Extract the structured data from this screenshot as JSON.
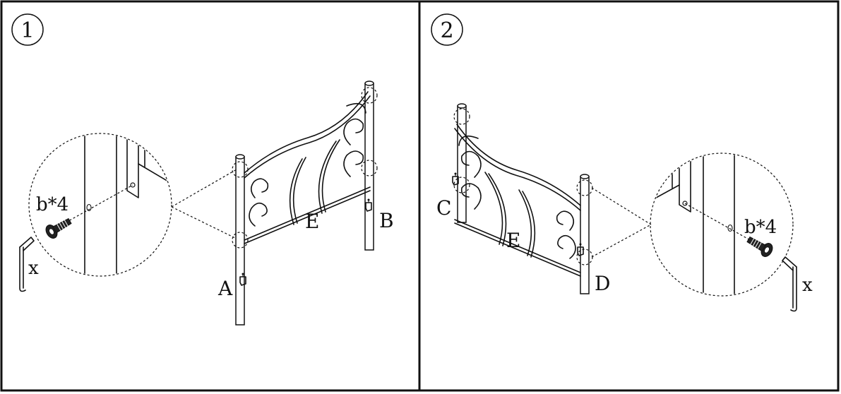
{
  "steps": [
    {
      "number": "1",
      "hardware_label": "b*4",
      "tool_label": "x",
      "part_labels": {
        "left_leg": "A",
        "right_leg": "B",
        "panel": "E"
      }
    },
    {
      "number": "2",
      "hardware_label": "b*4",
      "tool_label": "x",
      "part_labels": {
        "left_leg": "C",
        "right_leg": "D",
        "panel": "E"
      }
    }
  ],
  "colors": {
    "line": "#111111",
    "background": "#ffffff"
  },
  "icons": [
    "bolt-icon",
    "allen-key-icon",
    "step-number-circle"
  ]
}
